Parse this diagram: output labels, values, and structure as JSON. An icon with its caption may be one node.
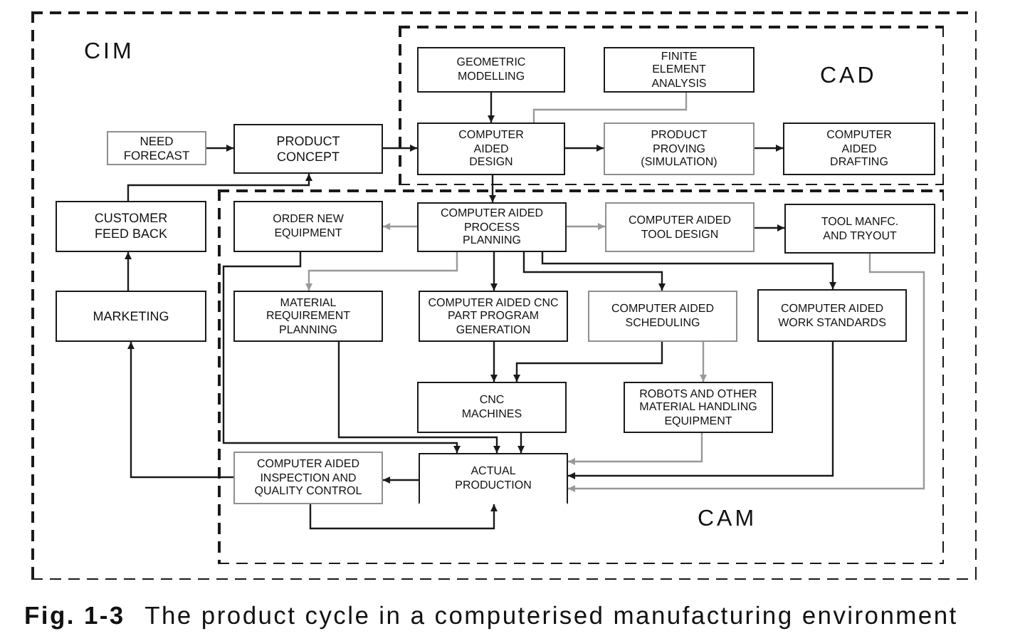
{
  "diagram": {
    "caption": "**Fig. 1-3** The product cycle in a computerised manufacturing environment",
    "nodes": [
      {
        "text": [
          "CIM"
        ]
      },
      {
        "text": [
          "CAD"
        ],
        "in": 0
      },
      {
        "text": [
          "GEOMETRIC MODELLING"
        ],
        "in": 1
      },
      {
        "text": [
          "FINITE ELEMENT ANALYSIS"
        ],
        "in": 1
      },
      {
        "text": [
          "NEED FORECAST"
        ],
        "in": 0
      },
      {
        "text": [
          "PRODUCT CONCEPT"
        ],
        "in": 0
      },
      {
        "text": [
          "COMPUTER AIDED DESIGN"
        ],
        "in": 1
      },
      {
        "text": [
          "PRODUCT PROVING (SIMULATION)"
        ],
        "in": 1
      },
      {
        "text": [
          "COMPUTER AIDED DRAFTING"
        ],
        "in": 1
      },
      {
        "text": [
          "CAM"
        ],
        "in": 0
      },
      {
        "text": [
          "CUSTOMER FEED BACK"
        ],
        "in": 0
      },
      {
        "text": [
          "ORDER NEW EQUIPMENT"
        ],
        "in": 9
      },
      {
        "text": [
          "COMPUTER AIDED PROCESS PLANNING"
        ],
        "in": 9
      },
      {
        "text": [
          "COMPUTER AIDED TOOL DESIGN"
        ],
        "in": 9
      },
      {
        "text": [
          "TOOL MANFC. AND TRYOUT"
        ],
        "in": 9
      },
      {
        "text": [
          "MARKETING"
        ],
        "in": 0
      },
      {
        "text": [
          "MATERIAL REQUIREMENT PLANNING"
        ],
        "in": 9
      },
      {
        "text": [
          "COMPUTER AIDED CNC PART PROGRAM GENERATION"
        ],
        "in": 9
      },
      {
        "text": [
          "COMPUTER AIDED SCHEDULING"
        ],
        "in": 9
      },
      {
        "text": [
          "COMPUTER AIDED WORK STANDARDS"
        ],
        "in": 9
      },
      {
        "text": [
          "CNC MACHINES"
        ],
        "in": 9
      },
      {
        "text": [
          "ROBOTS AND OTHER MATERIAL HANDLING EQUIPMENT"
        ],
        "in": 9
      },
      {
        "text": [
          "COMPUTER AIDED INSPECTION AND QUALITY CONTROL"
        ],
        "in": 9
      },
      {
        "text": [
          "ACTUAL PRODUCTION"
        ],
        "in": 9
      }
    ],
    "edges": [
      {
        "from": 4,
        "to": 5,
        "arrow": "to"
      },
      {
        "from": 5,
        "to": 6,
        "arrow": "to"
      },
      {
        "from": 10,
        "to": 5,
        "arrow": "to"
      },
      {
        "from": 15,
        "to": 10,
        "arrow": "to"
      },
      {
        "from": 22,
        "to": 15,
        "arrow": "to"
      },
      {
        "from": 2,
        "to": 6,
        "arrow": "to"
      },
      {
        "from": 3,
        "to": 6,
        "arrow": "none",
        "color": "#999999"
      },
      {
        "from": 6,
        "to": 7,
        "arrow": "to"
      },
      {
        "from": 7,
        "to": 8,
        "arrow": "to"
      },
      {
        "from": 6,
        "to": 12,
        "arrow": "to"
      },
      {
        "from": 12,
        "to": 11,
        "arrow": "to",
        "color": "#999999"
      },
      {
        "from": 12,
        "to": 13,
        "arrow": "to",
        "color": "#999999"
      },
      {
        "from": 13,
        "to": 14,
        "arrow": "to"
      },
      {
        "from": 12,
        "to": 16,
        "arrow": "to",
        "color": "#999999"
      },
      {
        "from": 12,
        "to": 17,
        "arrow": "to"
      },
      {
        "from": 12,
        "to": 18,
        "arrow": "to"
      },
      {
        "from": 12,
        "to": 19,
        "arrow": "to"
      },
      {
        "from": 17,
        "to": 20,
        "arrow": "to"
      },
      {
        "from": 18,
        "to": 20,
        "arrow": "to"
      },
      {
        "from": 18,
        "to": 21,
        "arrow": "to",
        "color": "#999999"
      },
      {
        "from": 21,
        "to": 23,
        "arrow": "to",
        "color": "#999999"
      },
      {
        "from": 19,
        "to": 23,
        "arrow": "to"
      },
      {
        "from": 14,
        "to": 23,
        "arrow": "to",
        "color": "#999999"
      },
      {
        "from": 20,
        "to": 23,
        "arrow": "to"
      },
      {
        "from": 16,
        "to": 23,
        "arrow": "to"
      },
      {
        "from": 11,
        "to": 23,
        "arrow": "to"
      },
      {
        "from": 23,
        "to": 22,
        "arrow": "to"
      },
      {
        "from": 22,
        "to": 23,
        "arrow": "to"
      }
    ]
  }
}
